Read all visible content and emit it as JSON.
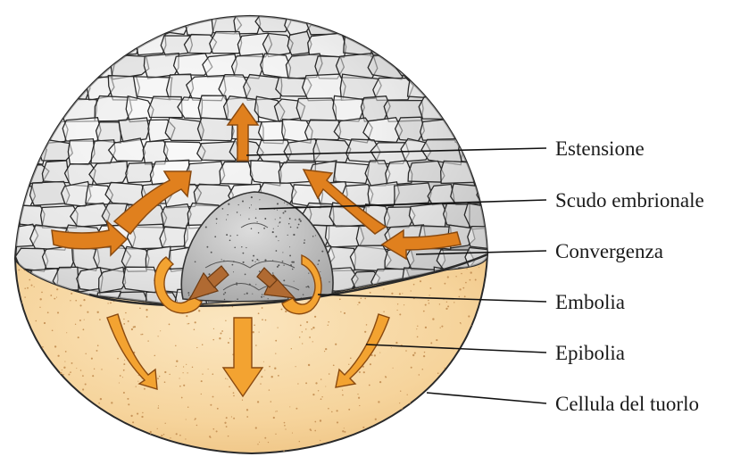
{
  "labels": {
    "estensione": "Estensione",
    "scudo": "Scudo embrionale",
    "convergenza": "Convergenza",
    "embolia": "Embolia",
    "epibolia": "Epibolia",
    "tuorlo": "Cellula del tuorlo"
  },
  "colors": {
    "yolk": "#f6d7a3",
    "yolk_dots": "#c8955a",
    "cells_fill": "#eeeeee",
    "cell_lines": "#2a2a2a",
    "arrow_dark": "#e0801e",
    "arrow_light": "#f3a331",
    "arrow_brown": "#b06a32",
    "leader": "#111111"
  }
}
